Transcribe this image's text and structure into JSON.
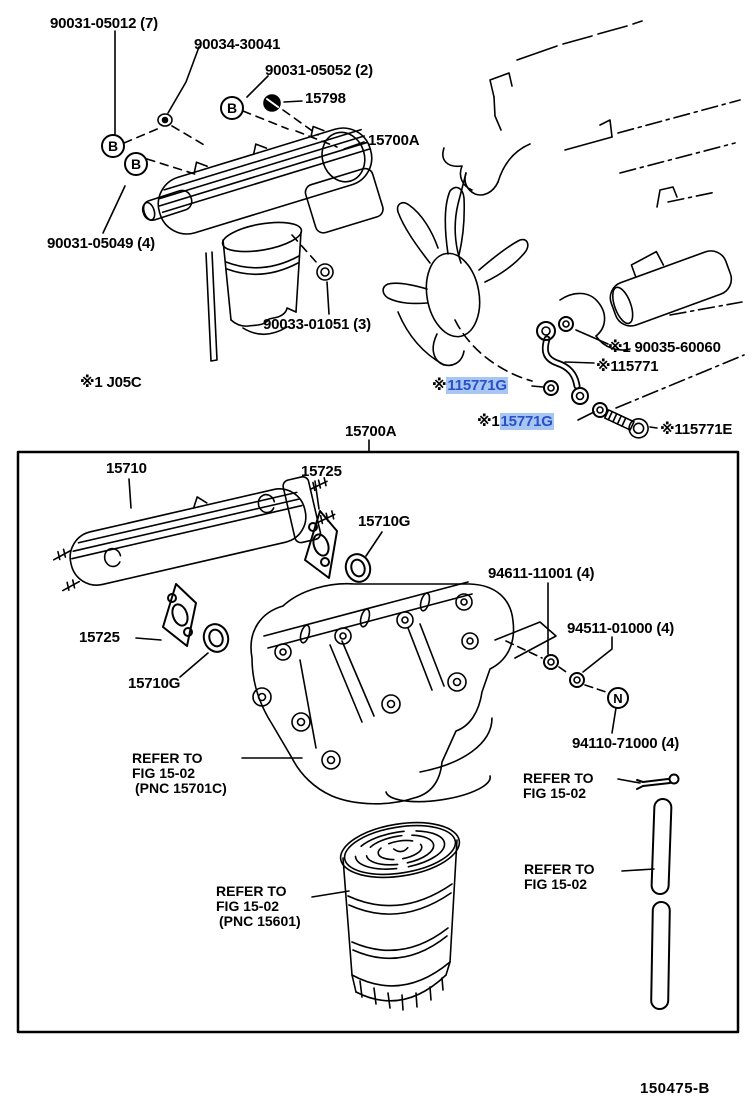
{
  "colors": {
    "ink": "#000000",
    "highlight_bg": "#a7c7f2",
    "highlight_text": "#2b50c8"
  },
  "doc": {
    "code": "150475-B"
  },
  "callouts": {
    "b": "B",
    "n": "N"
  },
  "top": {
    "bolt_90031_05012": "90031-05012 (7)",
    "washer_90034_30041": "90034-30041",
    "bolt_90031_05052": "90031-05052 (2)",
    "nut_15798": "15798",
    "cooler_assy_15700a": "15700A",
    "bolt_90031_05049": "90031-05049 (4)",
    "oring_90033_01051": "90033-01051 (3)",
    "note_j05c": "※1 J05C",
    "union_90035_60060": "※1 90035-60060",
    "pipe_15771": "※115771",
    "gasket_g1_prefix": "※",
    "gasket_g1": "115771G",
    "gasket_g2_prefix": "※1",
    "gasket_g2": "15771G",
    "bolt_15771e": "※115771E",
    "assy_15700a": "15700A"
  },
  "box": {
    "cooler_15710": "15710",
    "gasket_15725_upper": "15725",
    "oring_15710g_upper": "15710G",
    "gasket_15725_lower": "15725",
    "oring_15710g_lower": "15710G",
    "bolt_94611_11001": "94611-11001 (4)",
    "washer_94511_01000": "94511-01000 (4)",
    "nut_94110_71000": "94110-71000 (4)",
    "refer_bracket": [
      "REFER TO",
      "FIG 15-02",
      "(PNC 15701C)"
    ],
    "refer_pin": [
      "REFER TO",
      "FIG 15-02"
    ],
    "refer_tube": [
      "REFER TO",
      "FIG 15-02"
    ],
    "refer_filter": [
      "REFER TO",
      "FIG 15-02",
      "(PNC 15601)"
    ]
  }
}
